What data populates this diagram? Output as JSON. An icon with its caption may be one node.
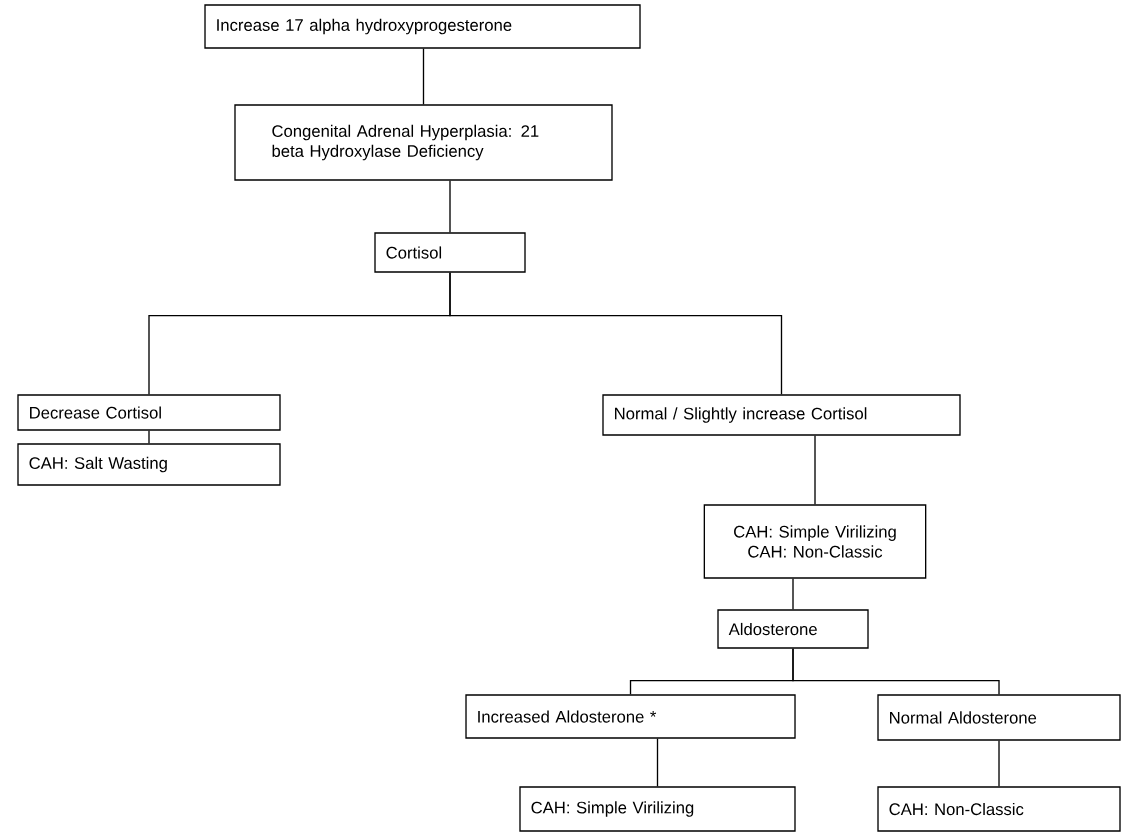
{
  "diagram": {
    "nodes": [
      {
        "text": [
          "Increase 17 alpha hydroxyprogesterone"
        ]
      },
      {
        "text": [
          "Congenital Adrenal Hyperplasia: 21 beta Hydroxylase Deficiency"
        ]
      },
      {
        "text": [
          "Cortisol"
        ]
      },
      {
        "text": [
          "Decrease Cortisol"
        ]
      },
      {
        "text": [
          "Normal / Slightly increase Cortisol"
        ]
      },
      {
        "text": [
          "CAH: Salt Wasting"
        ]
      },
      {
        "text": [
          "CAH: Simple Virilizing CAH: Non-Classic"
        ]
      },
      {
        "text": [
          "Aldosterone"
        ]
      },
      {
        "text": [
          "Increased Aldosterone *"
        ]
      },
      {
        "text": [
          "Normal Aldosterone"
        ]
      },
      {
        "text": [
          "CAH: Simple Virilizing"
        ]
      },
      {
        "text": [
          "CAH: Non-Classic"
        ]
      }
    ],
    "edges": [
      {
        "from": 0,
        "to": 1,
        "arrow": "none"
      },
      {
        "from": 1,
        "to": 2,
        "arrow": "none"
      },
      {
        "from": 2,
        "to": 3,
        "arrow": "none"
      },
      {
        "from": 2,
        "to": 4,
        "arrow": "none"
      },
      {
        "from": 3,
        "to": 5,
        "arrow": "none"
      },
      {
        "from": 4,
        "to": 6,
        "arrow": "none"
      },
      {
        "from": 6,
        "to": 7,
        "arrow": "none"
      },
      {
        "from": 7,
        "to": 8,
        "arrow": "none"
      },
      {
        "from": 7,
        "to": 9,
        "arrow": "none"
      },
      {
        "from": 8,
        "to": 10,
        "arrow": "none"
      },
      {
        "from": 9,
        "to": 11,
        "arrow": "none"
      }
    ]
  }
}
